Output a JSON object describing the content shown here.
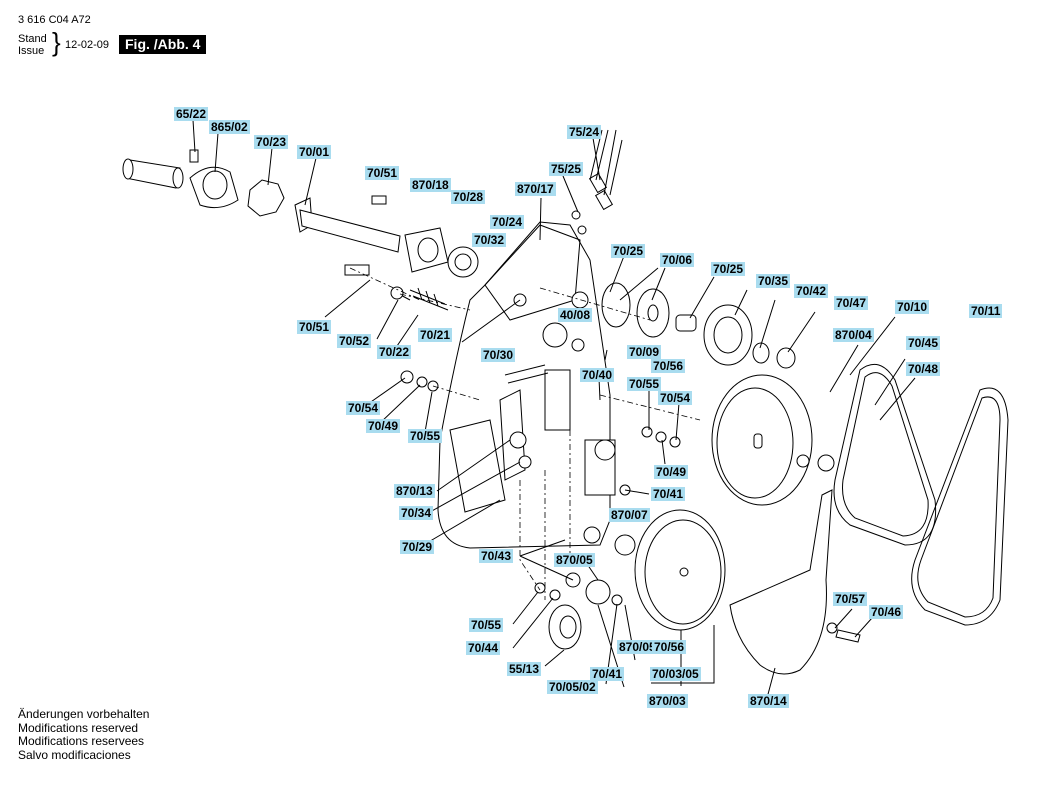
{
  "header": {
    "doc_code": "3 616 C04 A72",
    "stand": "Stand",
    "issue": "Issue",
    "date": "12-02-09",
    "figure": "Fig. /Abb. 4"
  },
  "notes": [
    "Änderungen vorbehalten",
    "Modifications reserved",
    "Modifications reservees",
    "Salvo modificaciones"
  ],
  "labels": [
    "65/22",
    "865/02",
    "70/23",
    "70/01",
    "70/51",
    "870/18",
    "70/28",
    "75/24",
    "75/25",
    "870/17",
    "70/24",
    "70/32",
    "70/25",
    "70/06",
    "70/25",
    "70/35",
    "70/42",
    "70/47",
    "70/10",
    "70/11",
    "70/51",
    "70/52",
    "70/22",
    "70/21",
    "40/08",
    "870/04",
    "70/45",
    "70/48",
    "70/30",
    "70/09",
    "70/56",
    "70/40",
    "70/55",
    "70/54",
    "70/54",
    "70/49",
    "70/55",
    "70/49",
    "70/41",
    "870/13",
    "70/34",
    "870/07",
    "70/29",
    "70/43",
    "870/05",
    "70/57",
    "70/46",
    "70/55",
    "70/44",
    "870/05",
    "70/56",
    "55/13",
    "70/41",
    "70/03/05",
    "70/05/02",
    "870/03",
    "870/14"
  ]
}
